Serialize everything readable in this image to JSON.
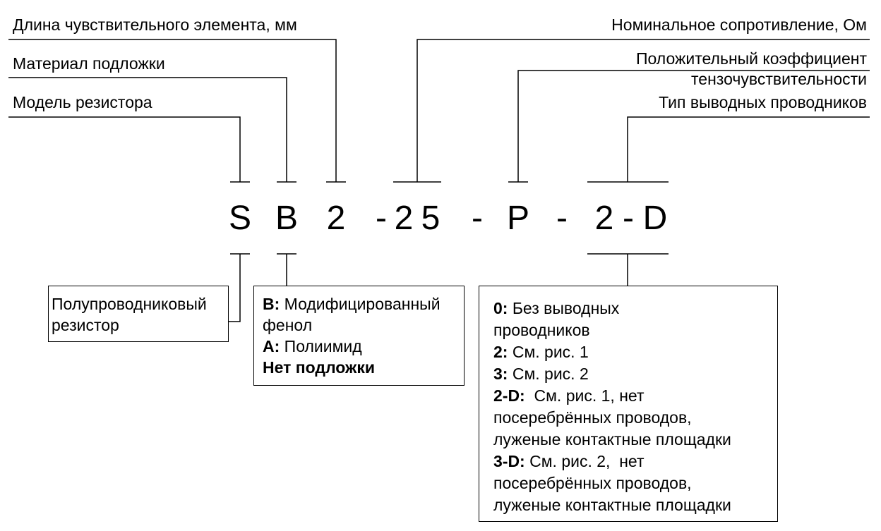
{
  "top_labels": {
    "sensor_length": "Длина чувствительного элемента, мм",
    "substrate_material": "Материал подложки",
    "resistor_model": "Модель резистора",
    "nominal_resistance": "Номинальное сопротивление, Ом",
    "gauge_factor_line1": "Положительный коэффициент",
    "gauge_factor_line2": "тензочувствительности",
    "lead_type": "Тип выводных проводников"
  },
  "code": {
    "c1": "S",
    "c2": "B",
    "c3": "2",
    "c4": "-",
    "c5": "2",
    "c6": "5",
    "c7": "-",
    "c8": "P",
    "c9": "-",
    "c10": "2",
    "c11": "-",
    "c12": "D"
  },
  "model_box": {
    "line1": "Полупроводниковый",
    "line2": "резистор"
  },
  "substrate_box": {
    "b_key": "B:",
    "b_text": " Модифицированный",
    "b_text2": "фенол",
    "a_key": "A:",
    "a_text": " Полиимид",
    "none": "Нет подложки"
  },
  "lead_box": {
    "k0": "0:",
    "t0a": " Без выводных",
    "t0b": "проводников",
    "k2": "2:",
    "t2": " См. рис. 1",
    "k3": "3:",
    "t3": " См. рис. 2",
    "k2d": "2-D:",
    "t2da": "  См. рис. 1, нет",
    "t2db": "посеребрённых проводов,",
    "t2dc": "луженые контактные площадки",
    "k3d": "3-D:",
    "t3da": " См. рис. 2,  нет",
    "t3db": "посеребрённых проводов,",
    "t3dc": "луженые контактные площадки"
  }
}
